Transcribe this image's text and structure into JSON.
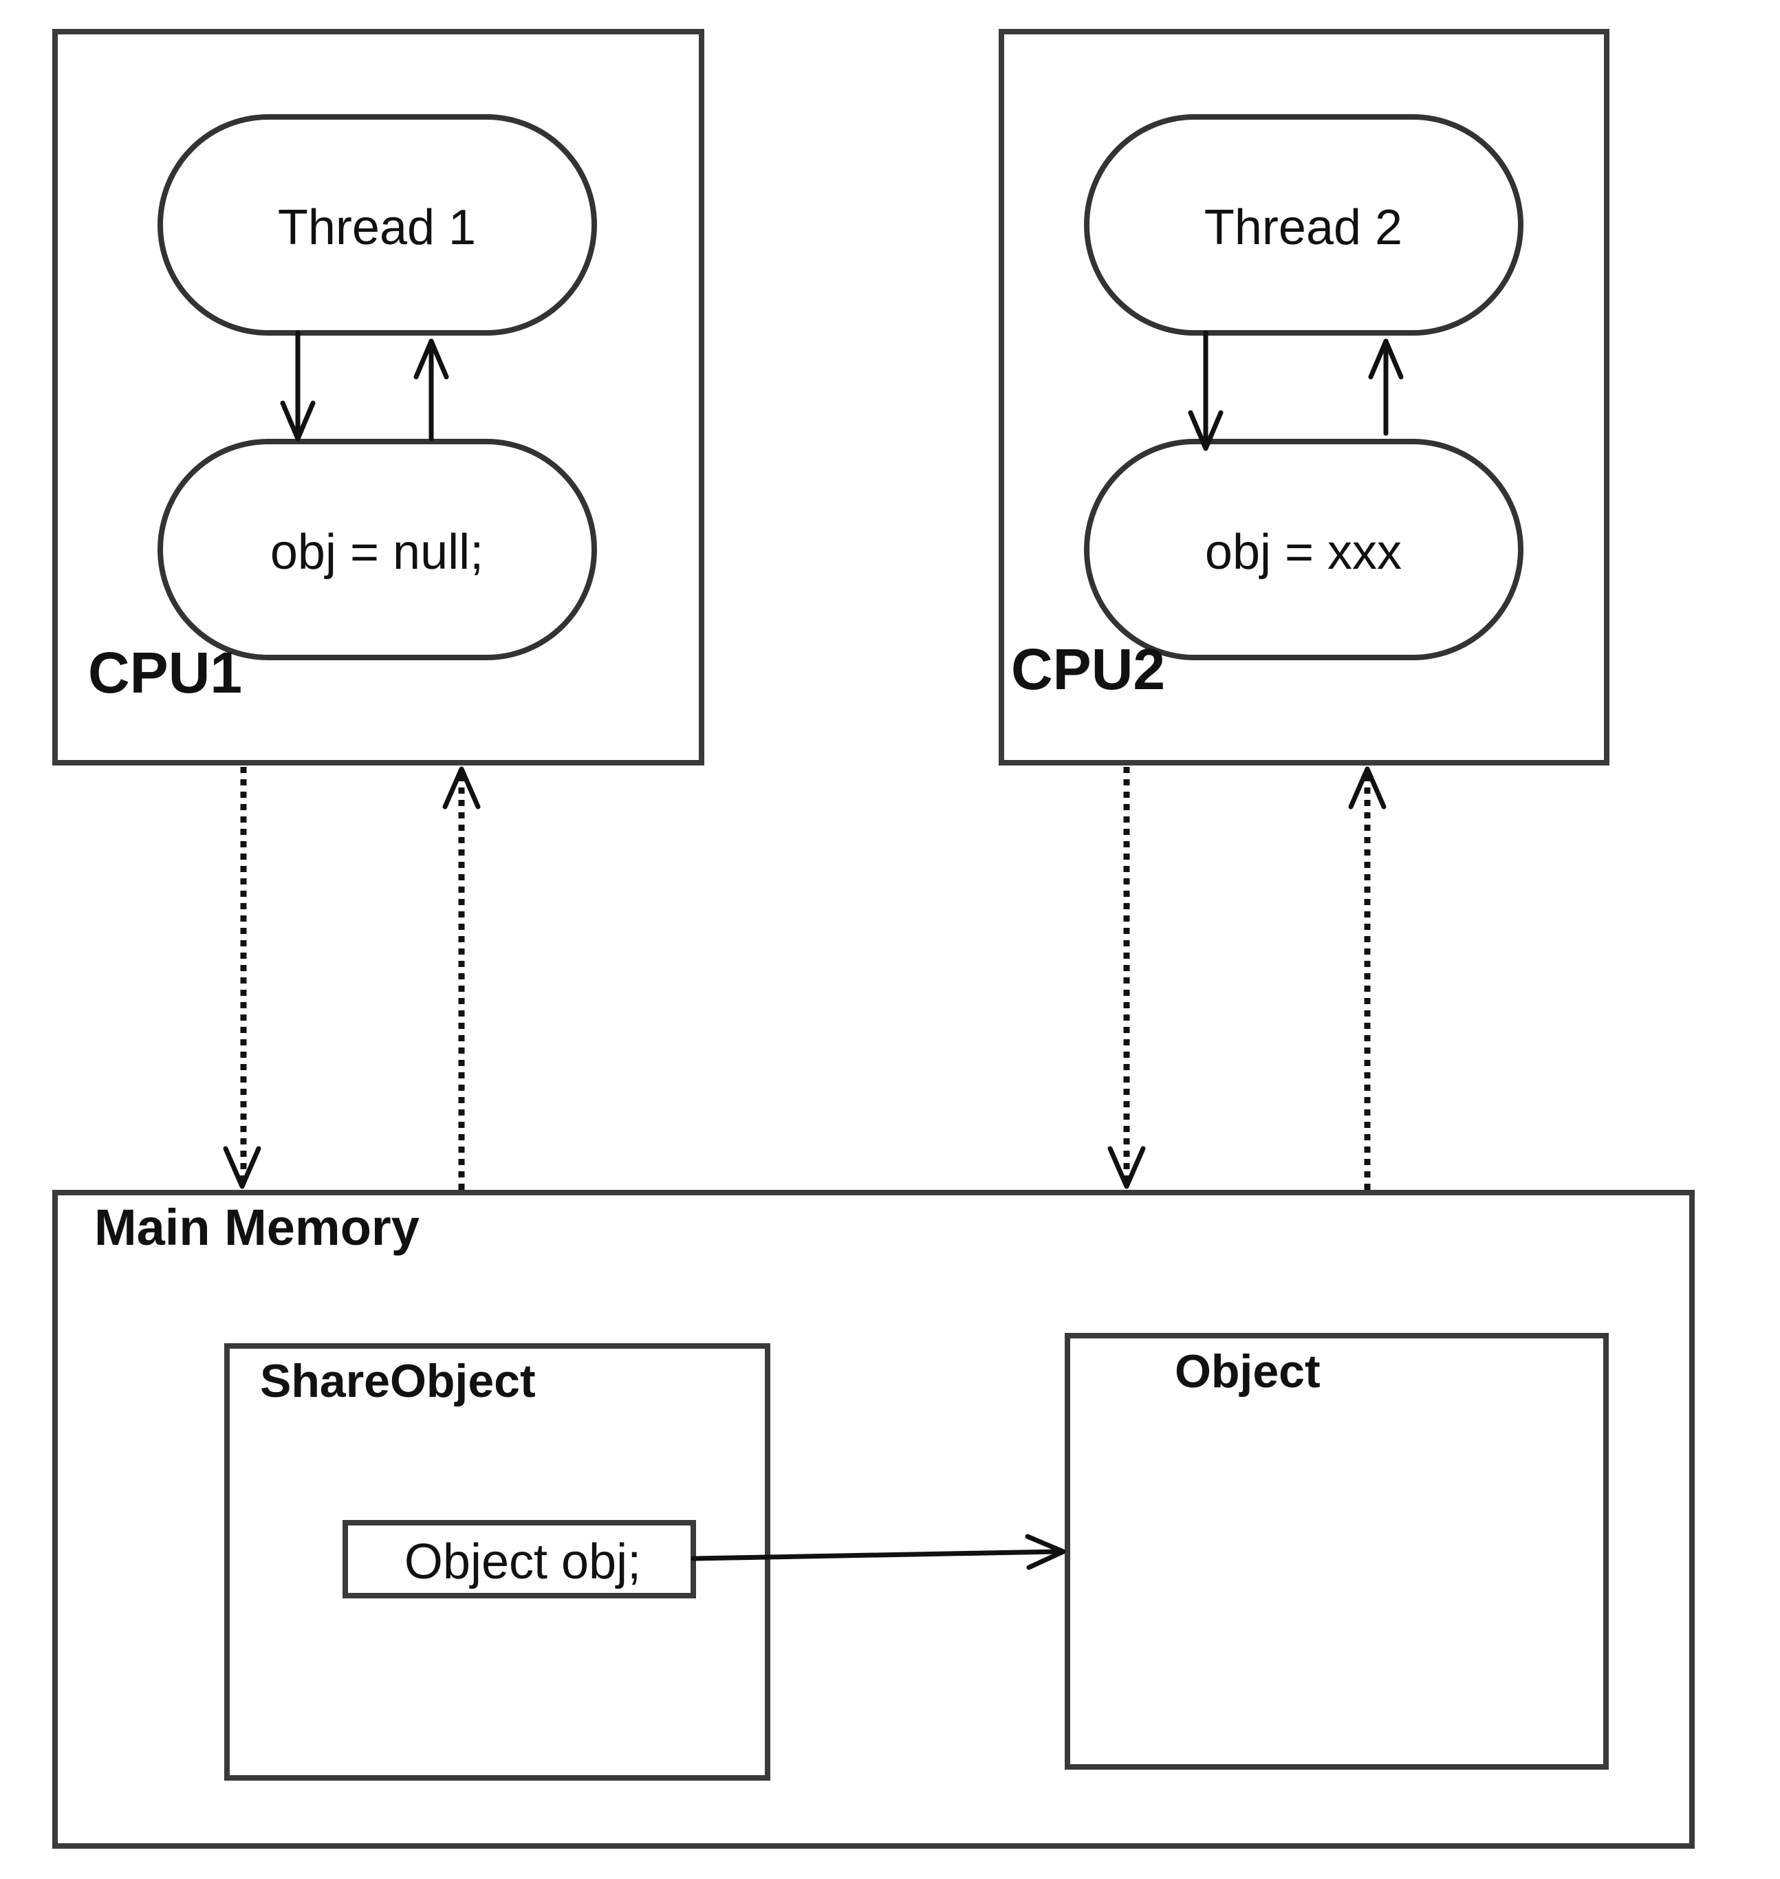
{
  "cpu1": {
    "label": "CPU1",
    "thread_label": "Thread 1",
    "local_value": "obj = null;"
  },
  "cpu2": {
    "label": "CPU2",
    "thread_label": "Thread 2",
    "local_value": "obj = xxx"
  },
  "main_memory": {
    "label": "Main Memory",
    "share_object": {
      "label": "ShareObject",
      "field": "Object obj;"
    },
    "object": {
      "label": "Object"
    }
  },
  "colors": {
    "stroke": "#333333",
    "text": "#111111",
    "background": "#ffffff"
  }
}
